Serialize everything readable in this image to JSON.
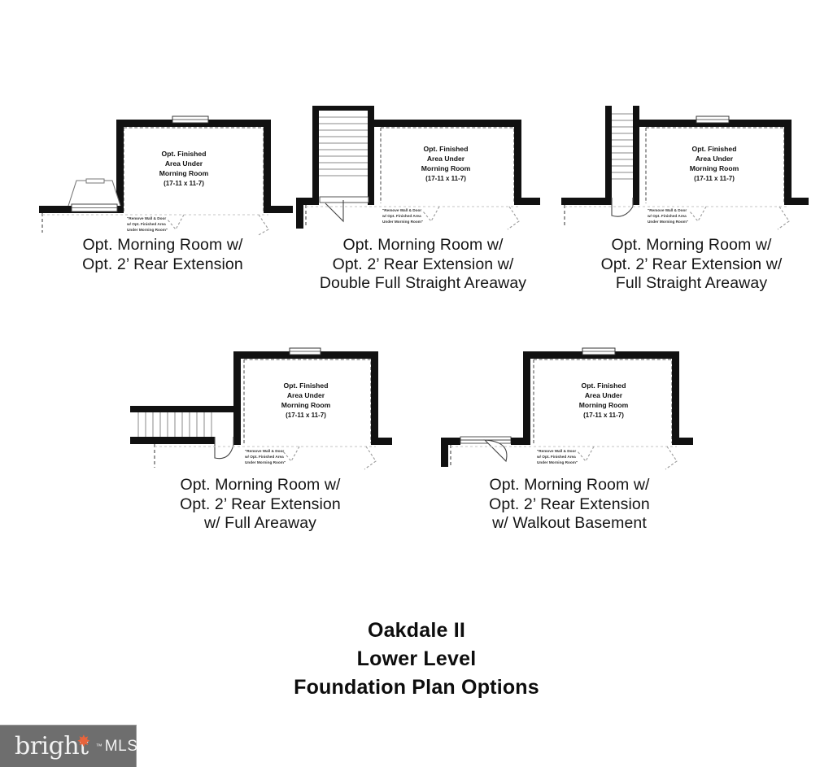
{
  "document": {
    "title_lines": "Oakdale II\nLower Level\nFoundation Plan Options",
    "type": "floor-plan-options-sheet"
  },
  "room": {
    "label_line1": "Opt. Finished",
    "label_line2": "Area Under",
    "label_line3": "Morning Room",
    "dimensions": "(17-11 x 11-7)"
  },
  "note": {
    "line1": "\"Remove Wall & Door",
    "line2": "w/ Opt. Finished Area",
    "line3": "Under Morning Room\""
  },
  "plans": [
    {
      "id": "plan-1",
      "caption": "Opt. Morning Room w/\nOpt. 2’ Rear Extension",
      "feature": "bay-window-projection"
    },
    {
      "id": "plan-2",
      "caption": "Opt. Morning Room w/\nOpt. 2’ Rear Extension w/\nDouble Full Straight Areaway",
      "feature": "double-full-straight-areaway",
      "stair_treads": 12
    },
    {
      "id": "plan-3",
      "caption": "Opt. Morning Room w/\nOpt. 2’ Rear Extension w/\nFull Straight Areaway",
      "feature": "full-straight-areaway",
      "stair_treads": 12
    },
    {
      "id": "plan-4",
      "caption": "Opt. Morning Room w/\nOpt. 2’ Rear Extension\nw/ Full Areaway",
      "feature": "full-areaway",
      "stair_treads": 13
    },
    {
      "id": "plan-5",
      "caption": "Opt. Morning Room w/\nOpt. 2’ Rear Extension\nw/ Walkout Basement",
      "feature": "walkout-basement"
    }
  ],
  "watermark": {
    "brand": "bright",
    "star": "✸",
    "tm": "™",
    "suffix": "MLS",
    "bg_color": "#6e6e6e",
    "star_color": "#e8643c"
  },
  "colors": {
    "wall": "#111111",
    "paper": "#ffffff",
    "dash": "#6d6d6d",
    "light_dash": "#b8b8b8",
    "text": "#111111"
  }
}
